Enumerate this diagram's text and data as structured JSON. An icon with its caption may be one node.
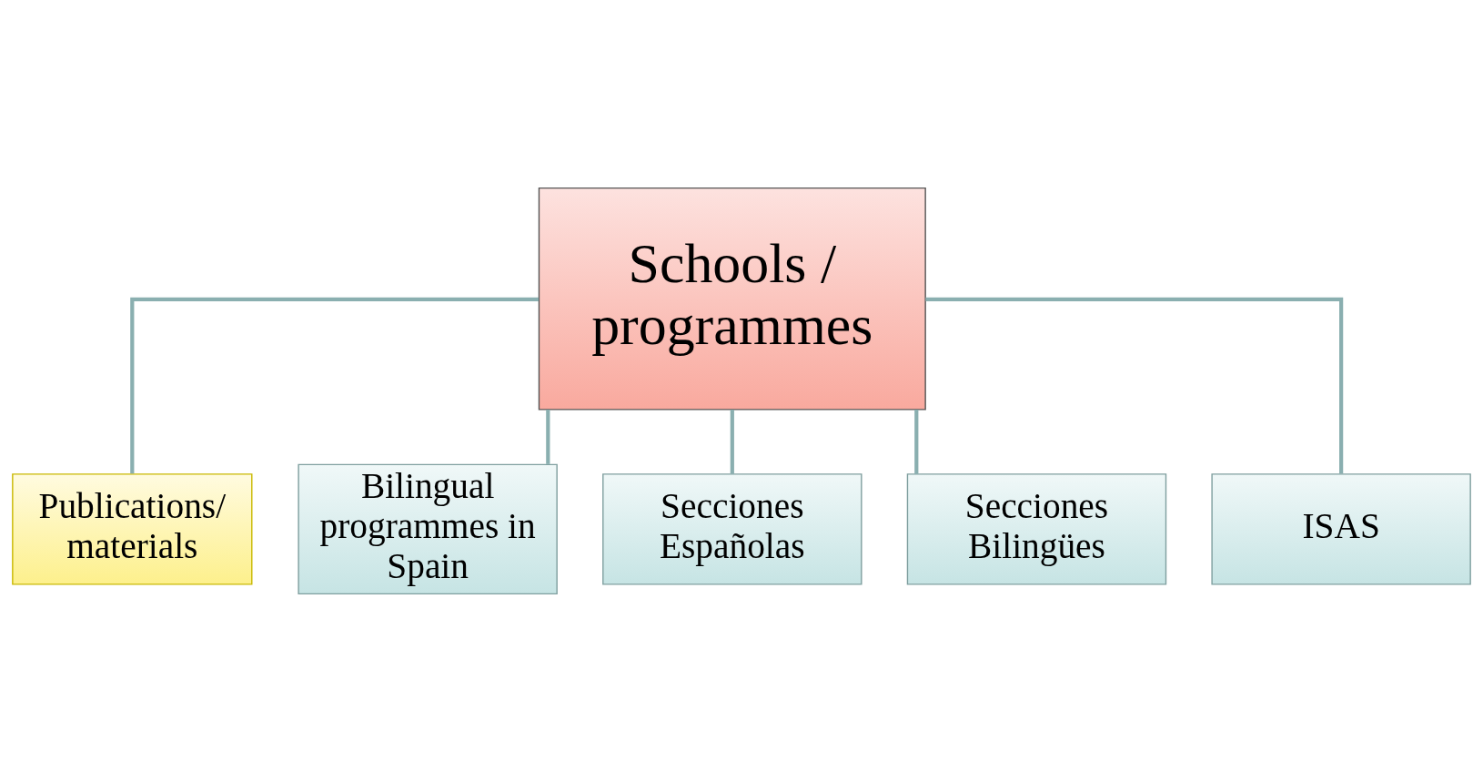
{
  "diagram": {
    "nodes": [
      {
        "text": [
          "Schools / programmes"
        ]
      },
      {
        "text": [
          "Publications/ materials"
        ]
      },
      {
        "text": [
          "Bilingual programmes in Spain"
        ]
      },
      {
        "text": [
          "Secciones Españolas"
        ]
      },
      {
        "text": [
          "Secciones Bilingües"
        ]
      },
      {
        "text": [
          "ISAS"
        ]
      }
    ],
    "edges": [
      {
        "from": 0,
        "to": 1,
        "arrow": "none"
      },
      {
        "from": 0,
        "to": 2,
        "arrow": "none"
      },
      {
        "from": 0,
        "to": 3,
        "arrow": "none"
      },
      {
        "from": 0,
        "to": 4,
        "arrow": "none"
      },
      {
        "from": 0,
        "to": 5,
        "arrow": "none"
      }
    ]
  }
}
